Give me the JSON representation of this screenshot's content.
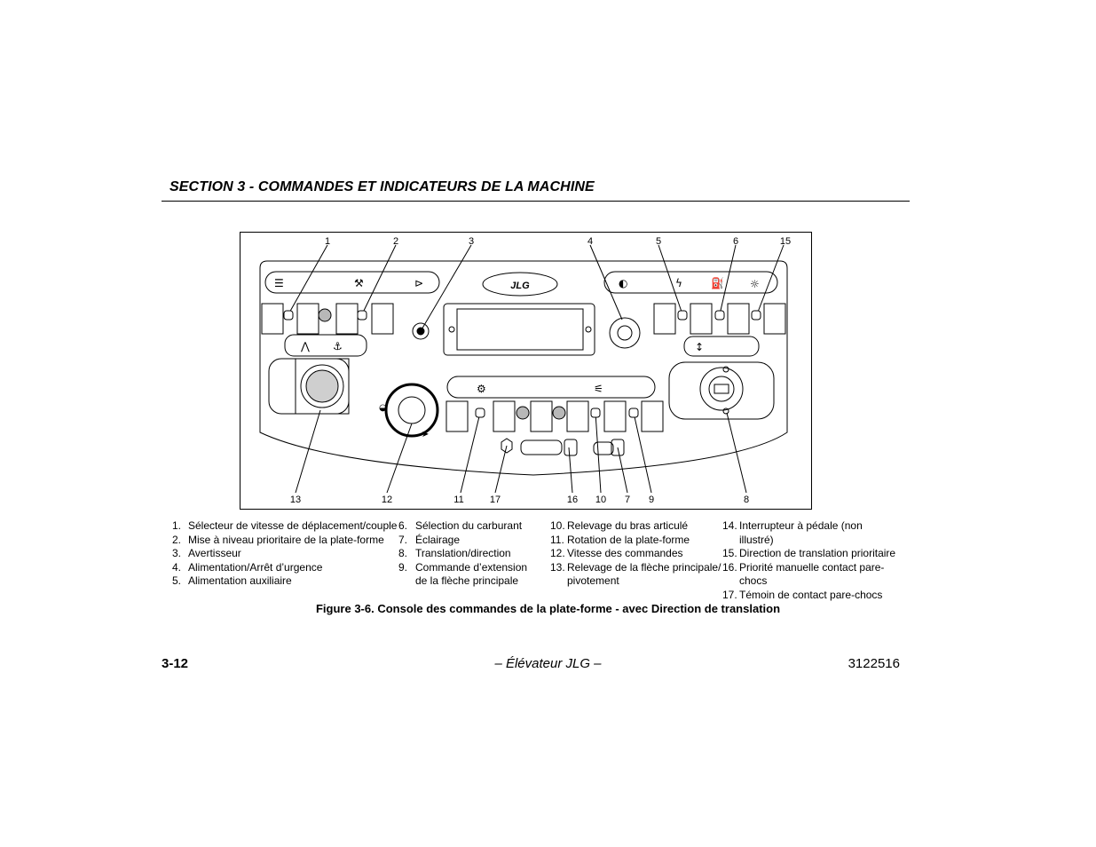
{
  "header": {
    "title": "SECTION 3 - COMMANDES ET INDICATEURS DE LA MACHINE"
  },
  "figure": {
    "brand_logo": "JLG",
    "callouts_top": [
      "1",
      "2",
      "3",
      "4",
      "5",
      "6",
      "15"
    ],
    "callouts_bottom": [
      "13",
      "12",
      "11",
      "17",
      "16",
      "10",
      "7",
      "9",
      "8"
    ],
    "icons": [
      "speed-torque-icon",
      "platform-level-icon",
      "horn-icon",
      "power-icon",
      "battery-icon",
      "fuel-icon",
      "lights-icon",
      "jib-icon",
      "rotate-icon",
      "turtle-icon",
      "rabbit-icon",
      "boom-lift-icon",
      "telescope-icon",
      "drive-steer-icon"
    ]
  },
  "legend": {
    "col1": [
      {
        "num": "1.",
        "text": "Sélecteur de vitesse de déplacement/couple"
      },
      {
        "num": "2.",
        "text": "Mise à niveau prioritaire de la plate-forme"
      },
      {
        "num": "3.",
        "text": "Avertisseur"
      },
      {
        "num": "4.",
        "text": "Alimentation/Arrêt d’urgence"
      },
      {
        "num": "5.",
        "text": "Alimentation auxiliaire"
      }
    ],
    "col2": [
      {
        "num": "6.",
        "text": "Sélection du carburant"
      },
      {
        "num": "7.",
        "text": "Éclairage"
      },
      {
        "num": "8.",
        "text": "Translation/direction"
      },
      {
        "num": "9.",
        "text": "Commande d’extension"
      },
      {
        "num": "",
        "text": "de la flèche principale"
      }
    ],
    "col3": [
      {
        "num": "10.",
        "text": "Relevage du bras articulé"
      },
      {
        "num": "11.",
        "text": "Rotation de la plate-forme"
      },
      {
        "num": "12.",
        "text": "Vitesse des commandes"
      },
      {
        "num": "13.",
        "text": "Relevage de la flèche principale/"
      },
      {
        "num": "",
        "text": "pivotement"
      }
    ],
    "col4": [
      {
        "num": "14.",
        "text": "Interrupteur à pédale (non"
      },
      {
        "num": "",
        "text": "illustré)"
      },
      {
        "num": "15.",
        "text": "Direction de translation prioritaire"
      },
      {
        "num": "16.",
        "text": "Priorité manuelle contact pare-"
      },
      {
        "num": "",
        "text": "chocs"
      },
      {
        "num": "17.",
        "text": "Témoin de contact pare-chocs"
      }
    ]
  },
  "caption": "Figure 3-6. Console des commandes de la plate-forme - avec Direction de translation",
  "footer": {
    "page": "3-12",
    "center": "– Élévateur JLG –",
    "doc_number": "3122516"
  }
}
